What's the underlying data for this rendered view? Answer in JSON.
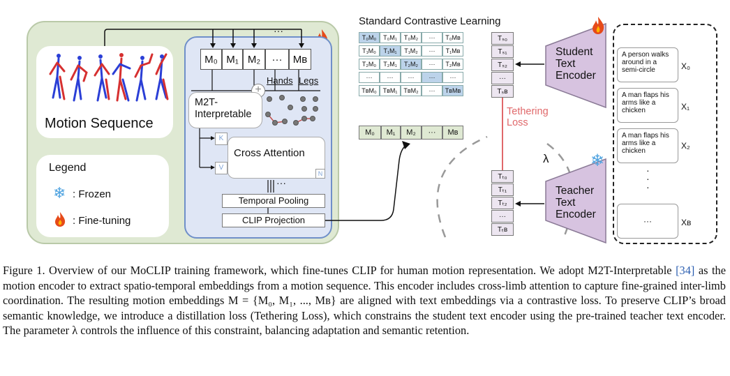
{
  "motion_panel": {
    "label": "Motion Sequence",
    "legend_title": "Legend",
    "legend_frozen": ": Frozen",
    "legend_finetune": ": Fine-tuning"
  },
  "encoder": {
    "tokens": [
      "M₀",
      "M₁",
      "M₂",
      "···",
      "Mʙ"
    ],
    "top_dots": "···",
    "m2t_label": "M2T-\nInterpretable",
    "hands_label": "Hands",
    "legs_label": "Legs",
    "k_label": "K",
    "v_label": "V",
    "n_label": "N",
    "cross_attention": "Cross Attention",
    "mid_dots": "···",
    "temporal_pooling": "Temporal Pooling",
    "clip_projection": "CLIP Projection"
  },
  "contrastive": {
    "title": "Standard Contrastive Learning",
    "matrix": [
      [
        "T₀M₀",
        "T₀M₁",
        "T₀M₂",
        "···",
        "T₀Mʙ"
      ],
      [
        "T₁M₀",
        "T₁M₁",
        "T₁M₂",
        "···",
        "T₁Mʙ"
      ],
      [
        "T₂M₀",
        "T₂M₁",
        "T₂M₂",
        "···",
        "T₂Mʙ"
      ],
      [
        "···",
        "···",
        "···",
        "···",
        "···"
      ],
      [
        "TʙM₀",
        "TʙM₁",
        "TʙM₂",
        "···",
        "TʙMʙ"
      ]
    ],
    "motion_row": [
      "M₀",
      "M₁",
      "M₂",
      "···",
      "Mʙ"
    ],
    "student_tokens": [
      "Tₛ₀",
      "Tₛ₁",
      "Tₛ₂",
      "···",
      "Tₛʙ"
    ],
    "teacher_tokens": [
      "Tₜ₀",
      "Tₜ₁",
      "Tₜ₂",
      "···",
      "Tₜʙ"
    ]
  },
  "tethering_label": "Tethering\nLoss",
  "lambda_label": "λ",
  "student_encoder": "Student\nText\nEncoder",
  "teacher_encoder": "Teacher\nText\nEncoder",
  "texts": [
    {
      "text": "A person walks around in a semi-circle",
      "label": "X₀"
    },
    {
      "text": "A man flaps his arms like a chicken",
      "label": "X₁"
    },
    {
      "text": "A man flaps his arms like a chicken",
      "label": "X₂"
    },
    {
      "text": "···",
      "label": "Xʙ"
    }
  ],
  "vertical_dots": "·\n·\n·",
  "colors": {
    "green_panel": "#dfe9d3",
    "blue_panel": "#dfe6f5",
    "encoder_purple": "#d7c3e0",
    "tether_red": "#e0686a",
    "matrix_diag": "#bcd3ea"
  },
  "caption": {
    "part1": "Figure 1.  Overview of our MoCLIP training framework, which fine-tunes CLIP for human motion representation.  We adopt M2T-Interpretable ",
    "ref": "[34]",
    "part2": " as the motion encoder to extract spatio-temporal embeddings from a motion sequence. This encoder includes cross-limb attention to capture fine-grained inter-limb coordination. The resulting motion embeddings M = {M₀, M₁, ..., Mʙ} are aligned with text embeddings via a contrastive loss. To preserve CLIP’s broad semantic knowledge, we introduce a distillation loss (Tethering Loss), which constrains the student text encoder using the pre-trained teacher text encoder. The parameter λ controls the influence of this constraint, balancing adaptation and semantic retention."
  }
}
